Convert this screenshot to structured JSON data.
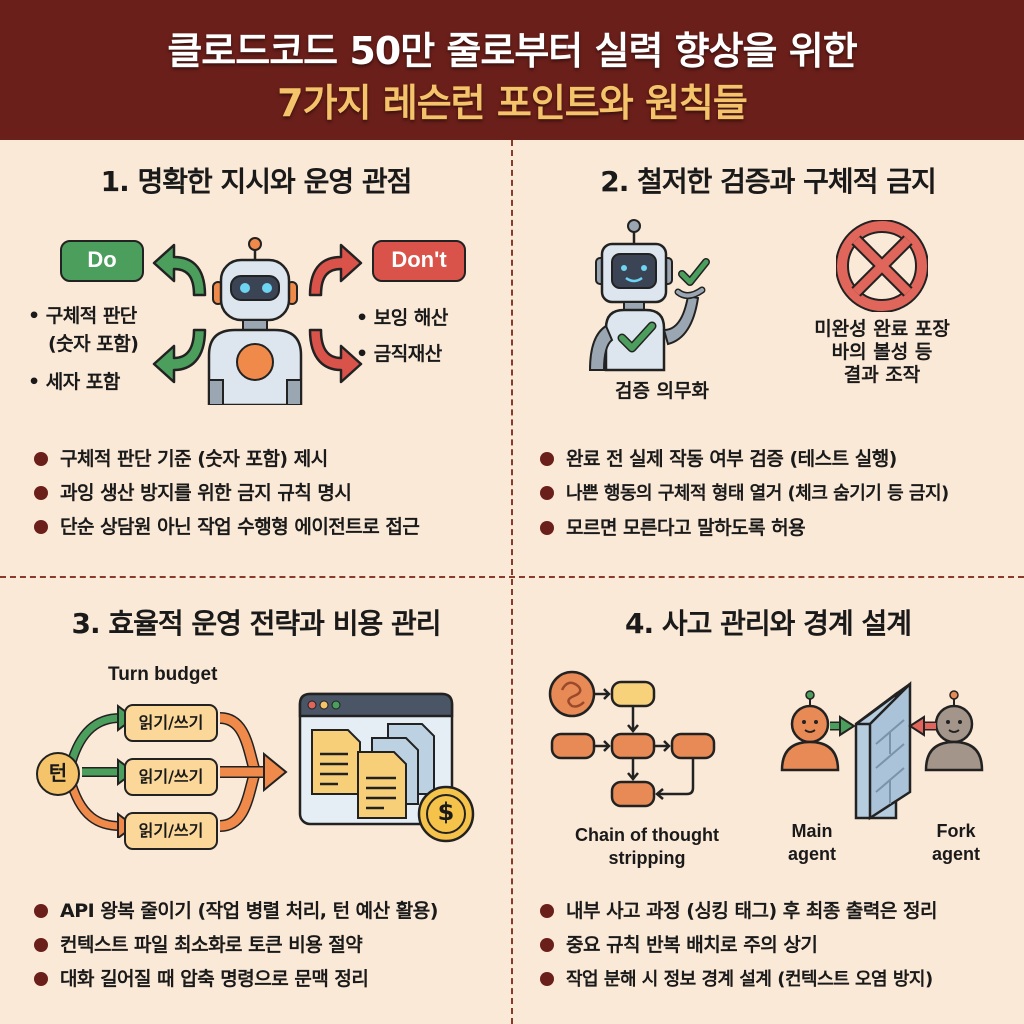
{
  "header": {
    "title_line1": "클로드코드 50만 줄로부터 실력 향상을 위한",
    "title_line2": "7가지 레슨런 포인트와 원칙들",
    "background_color": "#6b1f1a",
    "accent_color": "#f5c46a"
  },
  "sections": [
    {
      "title": "1. 명확한 지시와 운영 관점",
      "illustration": {
        "do_label": "Do",
        "dont_label": "Don't",
        "do_items": [
          "• 구체적 판단",
          "(숫자 포함)",
          "• 세자 포함"
        ],
        "dont_items": [
          "• 보잉 해산",
          "• 금직재산"
        ]
      },
      "bullets": [
        "구체적 판단 기준 (숫자 포함) 제시",
        "과잉 생산 방지를 위한 금지 규칙 명시",
        "단순 상담원 아닌 작업 수행형 에이전트로 접근"
      ]
    },
    {
      "title": "2. 철저한 검증과 구체적 금지",
      "illustration": {
        "robot_caption": "검증 의무화",
        "prohibit_caption": [
          "미완성 완료 포장",
          "바의 볼성 등",
          "결과 조작"
        ]
      },
      "bullets": [
        "완료 전 실제 작동 여부 검증 (테스트 실행)",
        "나쁜 행동의 구체적 형태 열거 (체크 숨기기 등 금지)",
        "모르면 모른다고 말하도록 허용"
      ]
    },
    {
      "title": "3. 효율적 운영 전략과 비용 관리",
      "illustration": {
        "budget_label": "Turn budget",
        "turn_label": "턴",
        "task_labels": [
          "읽기/쓰기",
          "읽기/쓰기",
          "읽기/쓰기"
        ],
        "currency_symbol": "$"
      },
      "bullets": [
        "API 왕복 줄이기 (작업 병렬 처리, 턴 예산 활용)",
        "컨텍스트 파일 최소화로 토큰 비용 절약",
        "대화 길어질 때 압축 명령으로 문맥 정리"
      ]
    },
    {
      "title": "4. 사고 관리와 경계 설계",
      "illustration": {
        "cot_label_line1": "Chain of thought",
        "cot_label_line2": "stripping",
        "main_agent_line1": "Main",
        "main_agent_line2": "agent",
        "fork_agent_line1": "Fork",
        "fork_agent_line2": "agent"
      },
      "bullets": [
        "내부 사고 과정 (싱킹 태그) 후 최종 출력은 정리",
        "중요 규칙 반복 배치로 주의 상기",
        "작업 분해 시 정보 경계 설계 (컨텍스트 오염 방지)"
      ]
    }
  ]
}
